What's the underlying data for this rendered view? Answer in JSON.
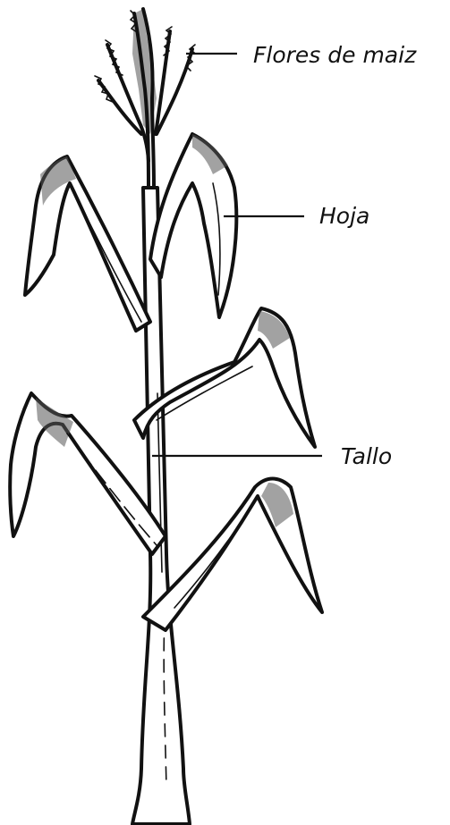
{
  "labels": {
    "flowers": "Flores de maiz",
    "leaf": "Hoja",
    "stem": "Tallo"
  }
}
